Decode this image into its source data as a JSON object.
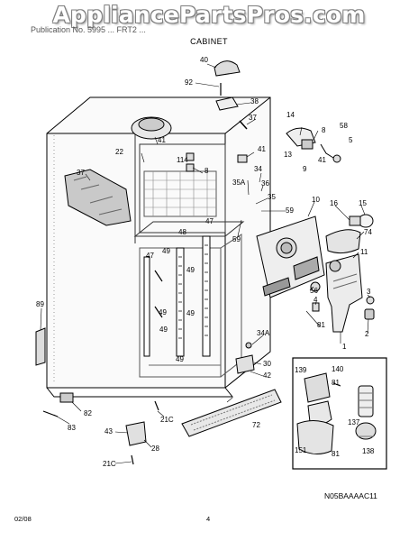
{
  "watermark": "AppliancePartsPros.com",
  "header_partial": "Publication No. 5995 ... FRT2 ...",
  "section_title": "CABINET",
  "figure_code": "N05BAAAAC11",
  "footer": {
    "date": "02/08",
    "page": "4"
  },
  "part_labels": [
    "40",
    "92",
    "38",
    "37",
    "14",
    "58",
    "8",
    "5",
    "22",
    "41",
    "37",
    "114",
    "41",
    "8",
    "13",
    "9",
    "41",
    "34",
    "35A",
    "36",
    "35",
    "10",
    "16",
    "15",
    "59",
    "47",
    "48",
    "49",
    "59",
    "74",
    "49",
    "11",
    "47",
    "49",
    "89",
    "56",
    "3",
    "4",
    "49",
    "49",
    "81",
    "2",
    "1",
    "34A",
    "49",
    "30",
    "42",
    "139",
    "140",
    "81",
    "137",
    "138",
    "151",
    "81",
    "82",
    "72",
    "21C",
    "83",
    "43",
    "28",
    "21C"
  ]
}
